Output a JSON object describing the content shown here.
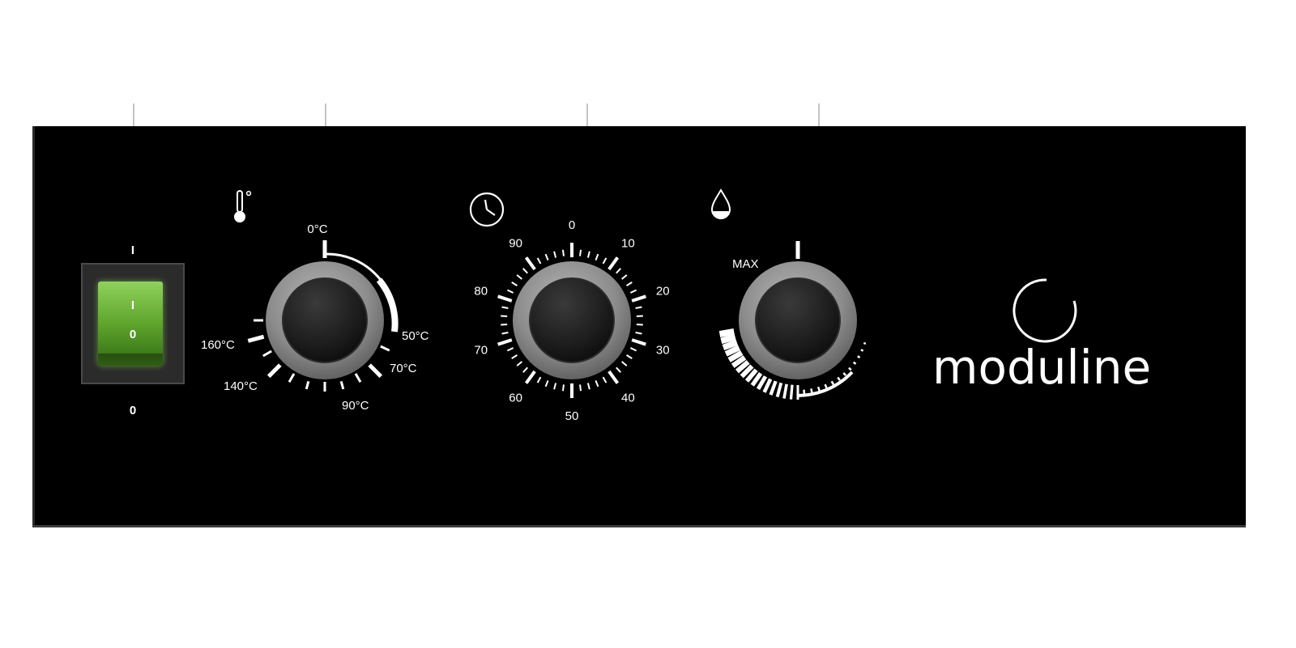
{
  "power_switch": {
    "on_label": "I",
    "off_label": "0",
    "rocker_on_mark": "I",
    "rocker_off_mark": "0",
    "state": "on",
    "accent": "#5aa12a"
  },
  "temperature_dial": {
    "icon": "thermometer-icon",
    "labels": [
      "0°C",
      "50°C",
      "70°C",
      "90°C",
      "140°C",
      "160°C"
    ]
  },
  "timer_dial": {
    "icon": "clock-icon",
    "labels": [
      "0",
      "10",
      "20",
      "30",
      "40",
      "50",
      "60",
      "70",
      "80",
      "90"
    ]
  },
  "humidity_dial": {
    "icon": "water-drop-icon",
    "max_label": "MAX"
  },
  "brand": {
    "name": "moduline",
    "logo_icon": "power-ring-logo"
  },
  "colors": {
    "panel": "#000000",
    "markings": "#ffffff",
    "knob_ring": "#8a8a8a",
    "knob_cap": "#1e1e1e"
  }
}
